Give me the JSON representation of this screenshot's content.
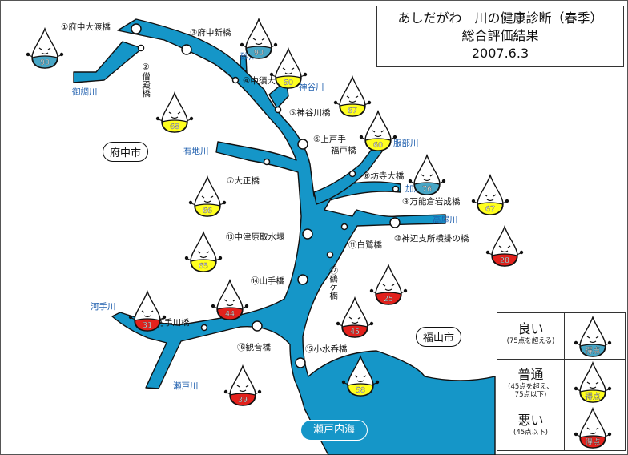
{
  "title": {
    "line1": "あしだがわ　川の健康診断（春季）",
    "line2": "総合評価結果",
    "line3": "2007.6.3"
  },
  "colors": {
    "river": "#1596c8",
    "good": "#47a6c6",
    "normal": "#ffff20",
    "bad": "#e3211c"
  },
  "cities": {
    "fuchu": "府中市",
    "fukuyama": "福山市"
  },
  "sea": "瀬戸内海",
  "rivers": {
    "mitsugi": "御調川",
    "suna": "砂川",
    "kandani": "神谷川",
    "arichi": "有地川",
    "hattori": "服部川",
    "kamo": "加茂川",
    "takaya": "高屋川",
    "kote": "河手川",
    "setogawa": "瀬戸川"
  },
  "bridges": {
    "b1": "①府中大渡橋",
    "b2": "②僧殿橋",
    "b3": "③府中新橋",
    "b4": "④中須大橋",
    "b5": "⑤神谷川橋",
    "b6a": "⑥上戸手",
    "b6b": "福戸橋",
    "b7": "⑦大正橋",
    "b8": "⑧坊寺大橋",
    "b9": "⑨万能倉岩成橋",
    "b10": "⑩神辺支所横掛の橋",
    "b11": "⑪白鷺橋",
    "b12": "⑫鶴ケ橋",
    "b13": "⑬中津原取水堰",
    "b14": "⑭山手橋",
    "b15": "⑮小水呑橋",
    "b16": "⑯観音橋",
    "b17": "⑰河手川橋"
  },
  "scores": [
    {
      "id": "s1",
      "value": "90",
      "rating": "good"
    },
    {
      "id": "s2",
      "value": "68",
      "rating": "normal"
    },
    {
      "id": "s3",
      "value": "90",
      "rating": "good"
    },
    {
      "id": "s4",
      "value": "50",
      "rating": "normal"
    },
    {
      "id": "s5",
      "value": "67",
      "rating": "normal"
    },
    {
      "id": "s6",
      "value": "60",
      "rating": "normal"
    },
    {
      "id": "s7",
      "value": "66",
      "rating": "normal"
    },
    {
      "id": "s8",
      "value": "76",
      "rating": "good"
    },
    {
      "id": "s9",
      "value": "67",
      "rating": "normal"
    },
    {
      "id": "s10",
      "value": "28",
      "rating": "bad"
    },
    {
      "id": "s13",
      "value": "65",
      "rating": "normal"
    },
    {
      "id": "s14",
      "value": "44",
      "rating": "bad"
    },
    {
      "id": "s12",
      "value": "25",
      "rating": "bad"
    },
    {
      "id": "s12b",
      "value": "45",
      "rating": "bad"
    },
    {
      "id": "s17",
      "value": "31",
      "rating": "bad"
    },
    {
      "id": "s16",
      "value": "39",
      "rating": "bad"
    },
    {
      "id": "s15",
      "value": "58",
      "rating": "normal"
    }
  ],
  "legend": {
    "good_label": "良い",
    "good_sub": "(75点を超える)",
    "normal_label": "普通",
    "normal_sub1": "(45点を超え、",
    "normal_sub2": "75点以下)",
    "bad_label": "悪い",
    "bad_sub": "(45点以下)",
    "icon_text": "得点"
  }
}
